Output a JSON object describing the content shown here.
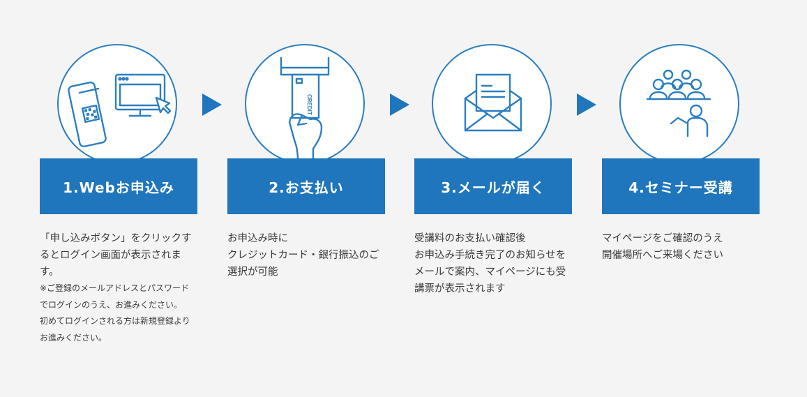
{
  "colors": {
    "accent": "#1f76bd",
    "outline": "#2b7ec0",
    "background": "#f4f4f4",
    "text": "#333333"
  },
  "steps": [
    {
      "title": "1.Webお申込み",
      "icon": "phone-and-monitor-icon",
      "lines": [
        "「申し込みボタン」をクリックするとログイン画面が表示されます。"
      ],
      "notes": [
        "※ご登録のメールアドレスとパスワードでログインのうえ、お進みください。",
        "初めてログインされる方は新規登録よりお進みください。"
      ]
    },
    {
      "title": "2.お支払い",
      "icon": "credit-card-payment-icon",
      "lines": [
        "お申込み時に",
        "クレジットカード・銀行振込のご選択が可能"
      ],
      "icon_text": "CREDIT"
    },
    {
      "title": "3.メールが届く",
      "icon": "envelope-icon",
      "lines": [
        "受講料のお支払い確認後",
        "お申込み手続き完了のお知らせをメールで案内、マイページにも受講票が表示されます"
      ]
    },
    {
      "title": "4.セミナー受講",
      "icon": "seminar-audience-icon",
      "lines": [
        "マイページをご確認のうえ",
        "開催場所へご来場ください"
      ]
    }
  ],
  "arrows": [
    "arrow-icon",
    "arrow-icon",
    "arrow-icon"
  ]
}
